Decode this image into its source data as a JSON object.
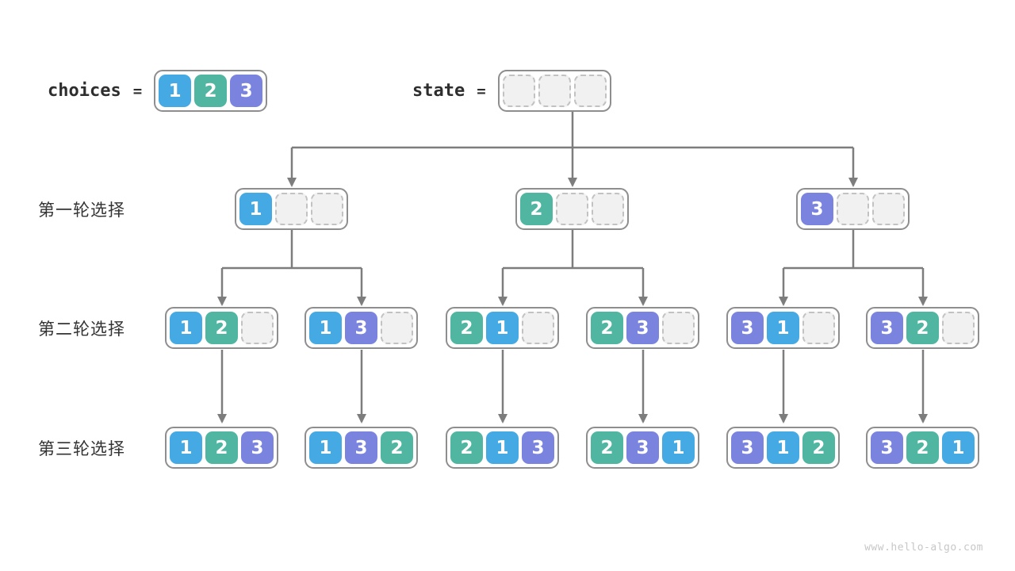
{
  "colors": {
    "1": "#45A9E4",
    "2": "#50B6A1",
    "3": "#7A84DF",
    "line": "#7d7d7d"
  },
  "header": {
    "choices_label": "choices",
    "choices_equals": "=",
    "choices_cells": [
      "1",
      "2",
      "3"
    ],
    "state_label": "state",
    "state_equals": "=",
    "state_cells": [
      "",
      "",
      ""
    ]
  },
  "rows": [
    {
      "label": "第一轮选择",
      "nodes": [
        [
          "1",
          "",
          ""
        ],
        [
          "2",
          "",
          ""
        ],
        [
          "3",
          "",
          ""
        ]
      ]
    },
    {
      "label": "第二轮选择",
      "nodes": [
        [
          "1",
          "2",
          ""
        ],
        [
          "1",
          "3",
          ""
        ],
        [
          "2",
          "1",
          ""
        ],
        [
          "2",
          "3",
          ""
        ],
        [
          "3",
          "1",
          ""
        ],
        [
          "3",
          "2",
          ""
        ]
      ]
    },
    {
      "label": "第三轮选择",
      "nodes": [
        [
          "1",
          "2",
          "3"
        ],
        [
          "1",
          "3",
          "2"
        ],
        [
          "2",
          "1",
          "3"
        ],
        [
          "2",
          "3",
          "1"
        ],
        [
          "3",
          "1",
          "2"
        ],
        [
          "3",
          "2",
          "1"
        ]
      ]
    }
  ],
  "watermark": "www.hello-algo.com"
}
